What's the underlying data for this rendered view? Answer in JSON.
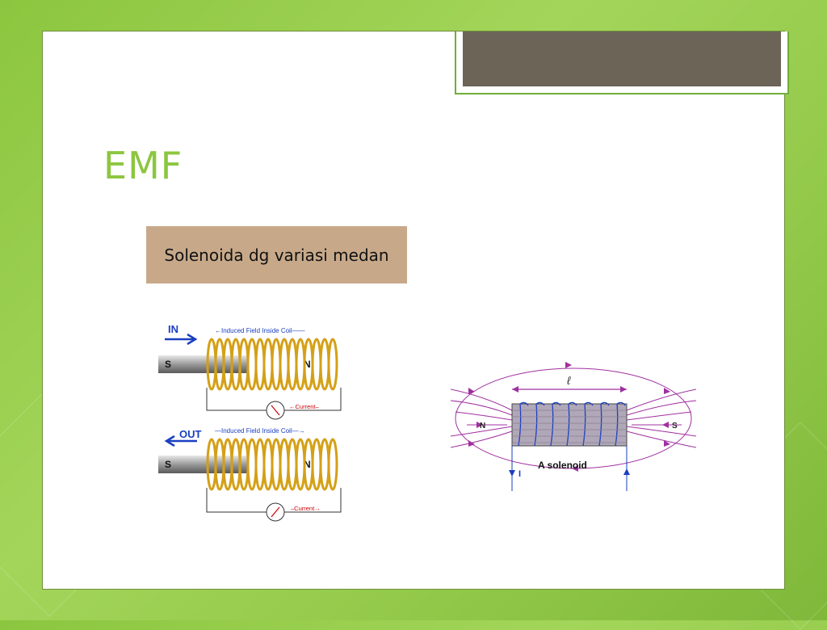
{
  "slide": {
    "title": "EMF",
    "caption": "Solenoida dg variasi medan"
  },
  "figure_left": {
    "top": {
      "direction_label": "IN",
      "field_label": "←Induced Field Inside Coil——",
      "current_label": "←Current–",
      "pole_s": "S",
      "pole_n": "N"
    },
    "bottom": {
      "direction_label": "OUT",
      "field_label": "—Induced Field Inside Coil—→",
      "current_label": "–Current→",
      "pole_s": "S",
      "pole_n": "N"
    }
  },
  "figure_right": {
    "length_label": "ℓ",
    "pole_n": "N",
    "pole_s": "S",
    "current_label": "I",
    "caption": "A solenoid"
  },
  "colors": {
    "background": "#8cc63f",
    "title": "#8cc63f",
    "caption_box": "#c7a98a",
    "tab": "#6b6457",
    "coil": "#d4a017",
    "field_lines": "#a030a0"
  }
}
